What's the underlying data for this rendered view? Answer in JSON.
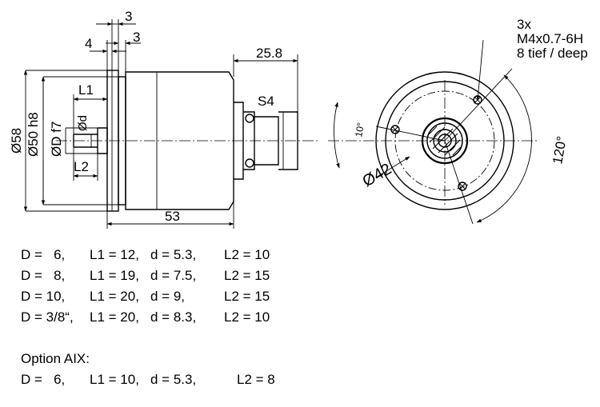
{
  "side_view": {
    "dim_top_3a": "3",
    "dim_top_4": "4",
    "dim_top_3b": "3",
    "dim_25_8": "25.8",
    "label_s4": "S4",
    "dim_l1": "L1",
    "dim_l2": "L2",
    "dim_d_small": "Ød",
    "dim_d_f7": "ØD f7",
    "dim_50_h8": "Ø50 h8",
    "dim_58": "Ø58",
    "dim_53": "53"
  },
  "front_view": {
    "thread_line1": "3x",
    "thread_line2": "M4x0.7-6H",
    "thread_line3": "8 tief / deep",
    "angle_10": "10°",
    "diameter_42": "Ø42",
    "angle_120": "120°"
  },
  "variants": [
    {
      "d_big": "D =   6,",
      "l1": "L1 = 12,",
      "d_small": "d = 5.3,",
      "l2": "L2 = 10"
    },
    {
      "d_big": "D =   8,",
      "l1": "L1 = 19,",
      "d_small": "d = 7.5,",
      "l2": "L2 = 15"
    },
    {
      "d_big": "D = 10,",
      "l1": "L1 = 20,",
      "d_small": "d = 9,",
      "l2": "L2 = 15"
    },
    {
      "d_big": "D = 3/8“,",
      "l1": "L1 = 20,",
      "d_small": "d = 8.3,",
      "l2": "L2 = 10"
    }
  ],
  "option": {
    "title": "Option AIX:",
    "d_big": "D =   6,",
    "l1": "L1 = 10,",
    "d_small": "d = 5.3,",
    "l2": "L2 = 8"
  }
}
